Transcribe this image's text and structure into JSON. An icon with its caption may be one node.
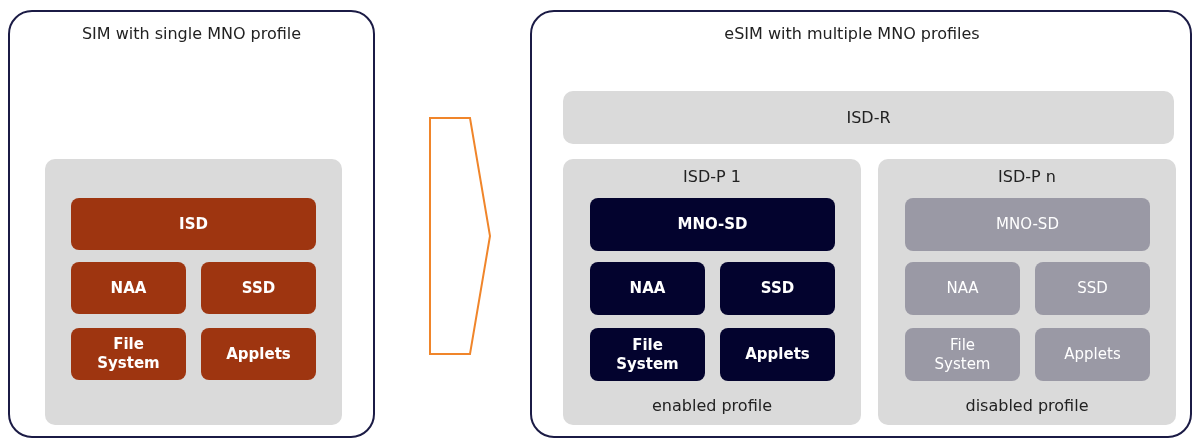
{
  "diagram": {
    "nodes": [
      {
        "text": [
          "SIM with single MNO profile"
        ]
      },
      {
        "text": [],
        "shape": "box",
        "in": 0
      },
      {
        "text": [
          "ISD"
        ],
        "in": 1
      },
      {
        "text": [
          "NAA"
        ],
        "in": 1
      },
      {
        "text": [
          "SSD"
        ],
        "in": 1
      },
      {
        "text": [
          "File System"
        ],
        "in": 1
      },
      {
        "text": [
          "Applets"
        ],
        "in": 1
      },
      {
        "text": [
          "eSIM with multiple MNO profiles"
        ]
      },
      {
        "text": [
          "ISD-R"
        ],
        "in": 7
      },
      {
        "text": [
          "ISD-P 1",
          "enabled profile"
        ],
        "in": 7
      },
      {
        "text": [
          "MNO-SD"
        ],
        "in": 9
      },
      {
        "text": [
          "NAA"
        ],
        "in": 9
      },
      {
        "text": [
          "SSD"
        ],
        "in": 9
      },
      {
        "text": [
          "File System"
        ],
        "in": 9
      },
      {
        "text": [
          "Applets"
        ],
        "in": 9
      },
      {
        "text": [
          "ISD-P n",
          "disabled profile"
        ],
        "in": 7
      },
      {
        "text": [
          "MNO-SD"
        ],
        "in": 15
      },
      {
        "text": [
          "NAA"
        ],
        "in": 15
      },
      {
        "text": [
          "SSD"
        ],
        "in": 15
      },
      {
        "text": [
          "File System"
        ],
        "in": 15
      },
      {
        "text": [
          "Applets"
        ],
        "in": 15
      }
    ],
    "edges": [
      {
        "from": 0,
        "to": 7,
        "arrow": "to"
      }
    ]
  }
}
